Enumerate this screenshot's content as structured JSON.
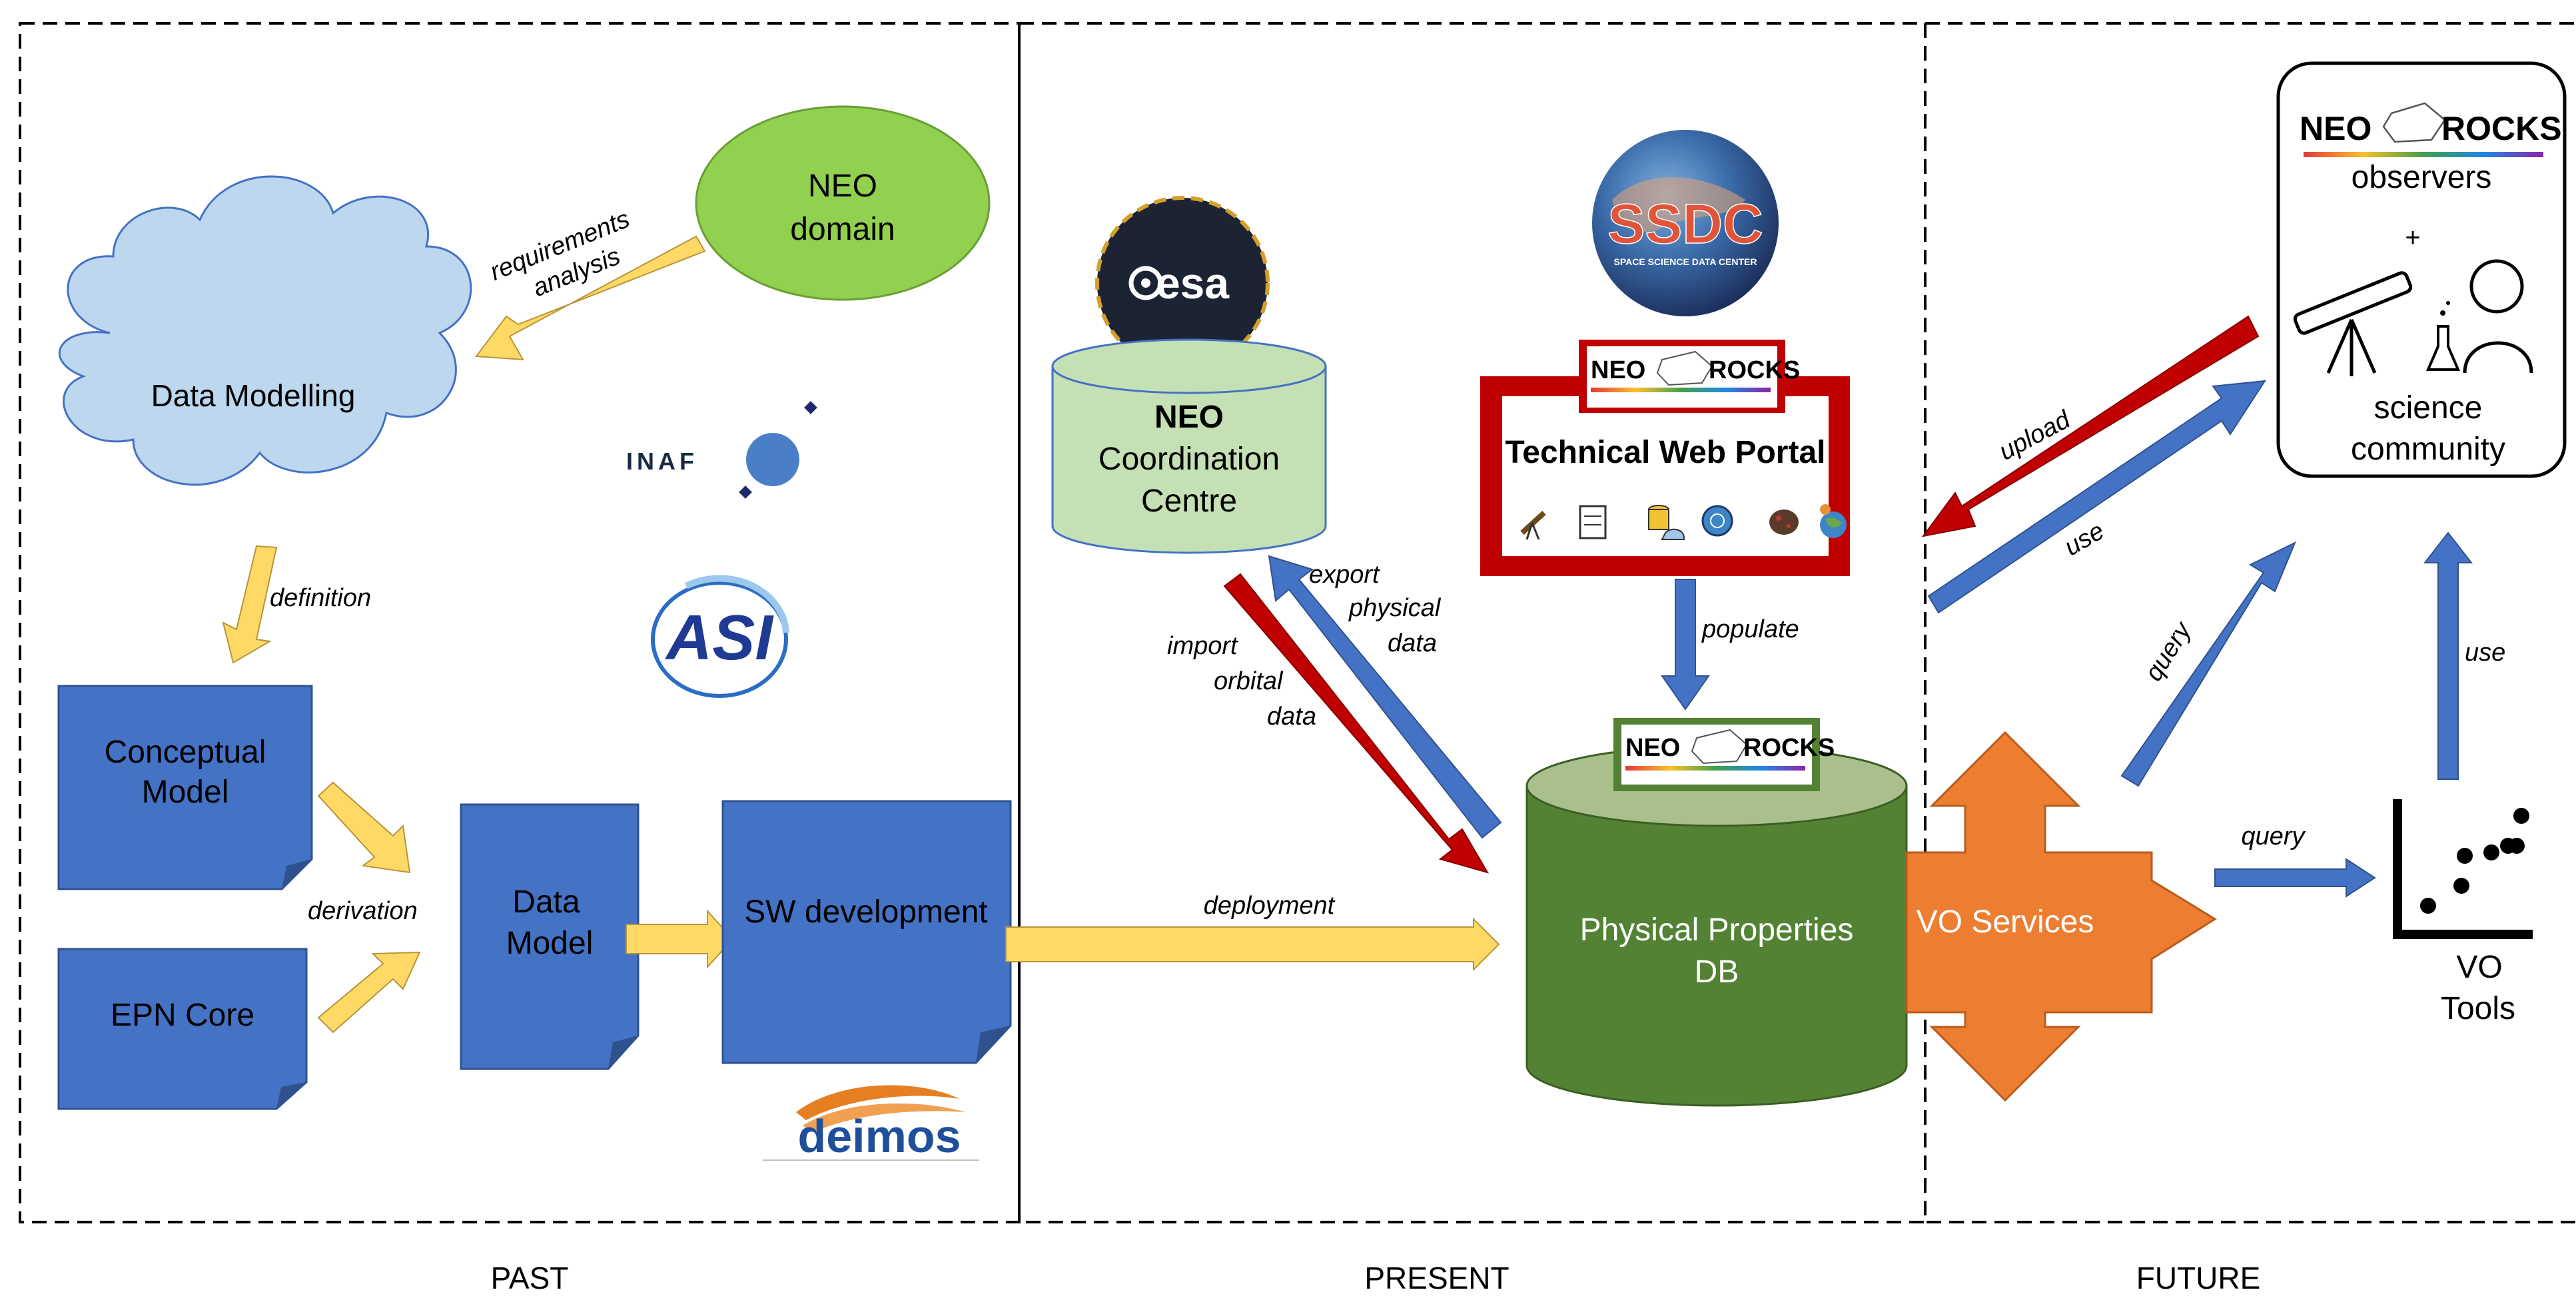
{
  "sections": {
    "past": "PAST",
    "present": "PRESENT",
    "future": "FUTURE"
  },
  "nodes": {
    "neo_domain": [
      "NEO",
      "domain"
    ],
    "data_modelling": "Data Modelling",
    "conceptual_model": [
      "Conceptual",
      "Model"
    ],
    "epn_core": "EPN Core",
    "data_model": [
      "Data",
      "Model"
    ],
    "sw_development": "SW development",
    "neo_cc": [
      "NEO",
      "Coordination",
      "Centre"
    ],
    "web_portal": "Technical Web Portal",
    "physical_db": [
      "Physical Properties",
      "DB"
    ],
    "vo_services": "VO Services",
    "vo_tools": [
      "VO",
      "Tools"
    ],
    "observers": "observers",
    "plus": "+",
    "science_community": [
      "science",
      "community"
    ]
  },
  "edges": {
    "requirements_analysis": [
      "requirements",
      "analysis"
    ],
    "definition": "definition",
    "derivation": "derivation",
    "deployment": "deployment",
    "export_physical_data": [
      "export",
      "physical",
      "data"
    ],
    "import_orbital_data": [
      "import",
      "orbital",
      "data"
    ],
    "populate": "populate",
    "upload": "upload",
    "use_portal": "use",
    "query_science": "query",
    "query_tools": "query",
    "use_tools": "use"
  },
  "logos": {
    "inaf": "INAF",
    "asi": "ASI",
    "deimos": "deimos",
    "esa": "esa",
    "ssdc": "SSDC",
    "ssdc_sub": "SPACE SCIENCE DATA CENTER",
    "neorocks_left": "NEO",
    "neorocks_right": "ROCKS"
  },
  "colors": {
    "blue_box": "#4472C4",
    "yellow_arrow": "#FFD966",
    "red_arrow": "#C00000",
    "blue_arrow": "#4472C4",
    "green_db": "#548235",
    "light_green": "#C5E0B4",
    "neo_domain_green": "#92D050",
    "cloud_blue": "#BDD7EE",
    "orange": "#ED7D31"
  }
}
